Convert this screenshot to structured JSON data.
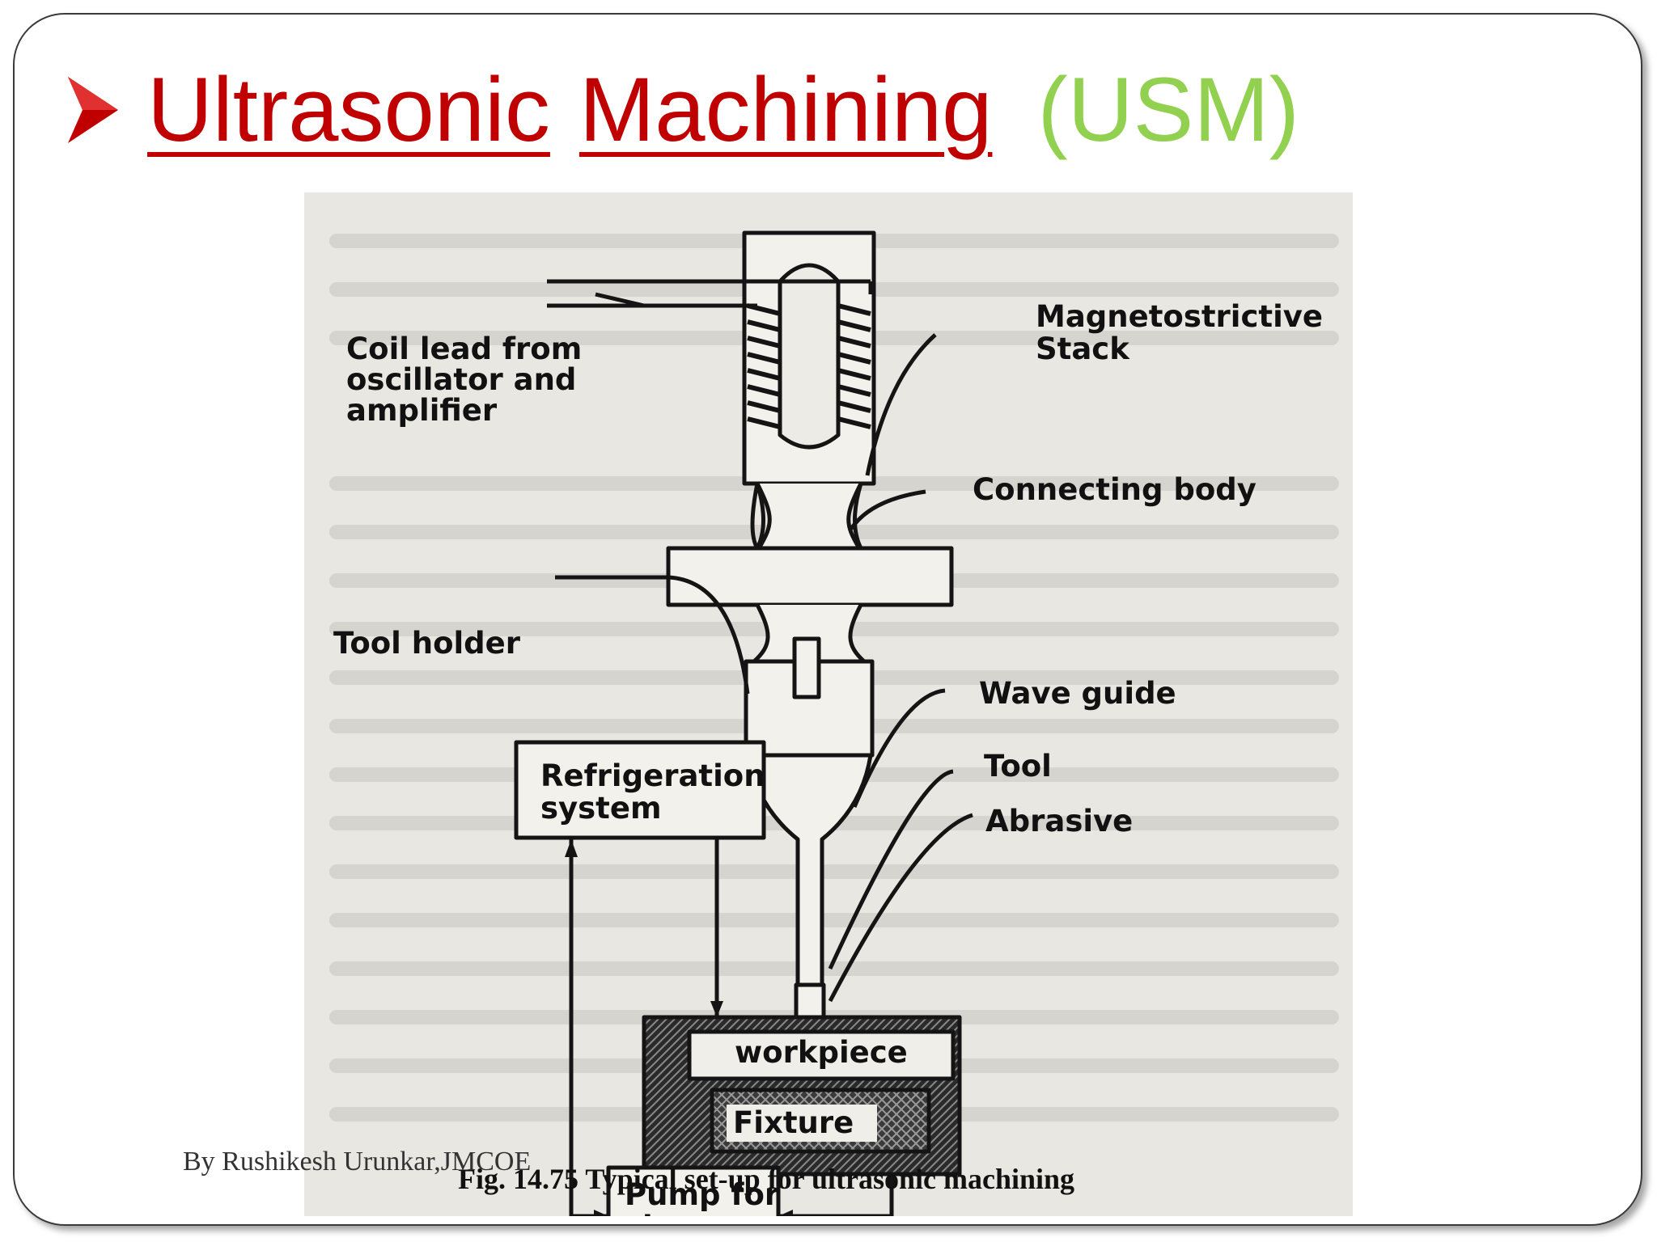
{
  "slide": {
    "title_word1": "Ultrasonic",
    "title_word2": "Machining",
    "title_abbr": "(USM)",
    "title_color": "#c00000",
    "abbr_color": "#92d050",
    "bullet_icon": "arrow-bullet",
    "author": "By Rushikesh Urunkar,JMCOE"
  },
  "figure": {
    "caption": "Fig. 14.75 Typical set-up for ultrasonic machining",
    "labels": {
      "coil_lead": [
        "Coil lead from",
        "oscillator and",
        "amplifier"
      ],
      "stack": [
        "Magnetostrictive",
        "Stack"
      ],
      "connecting_body": "Connecting body",
      "tool_holder": "Tool holder",
      "wave_guide": "Wave guide",
      "tool": "Tool",
      "abrasive": "Abrasive",
      "refrigeration": [
        "Refrigeration",
        "system"
      ],
      "workpiece": "workpiece",
      "fixture": "Fixture",
      "pump": [
        "Pump for",
        "slurry"
      ]
    }
  }
}
